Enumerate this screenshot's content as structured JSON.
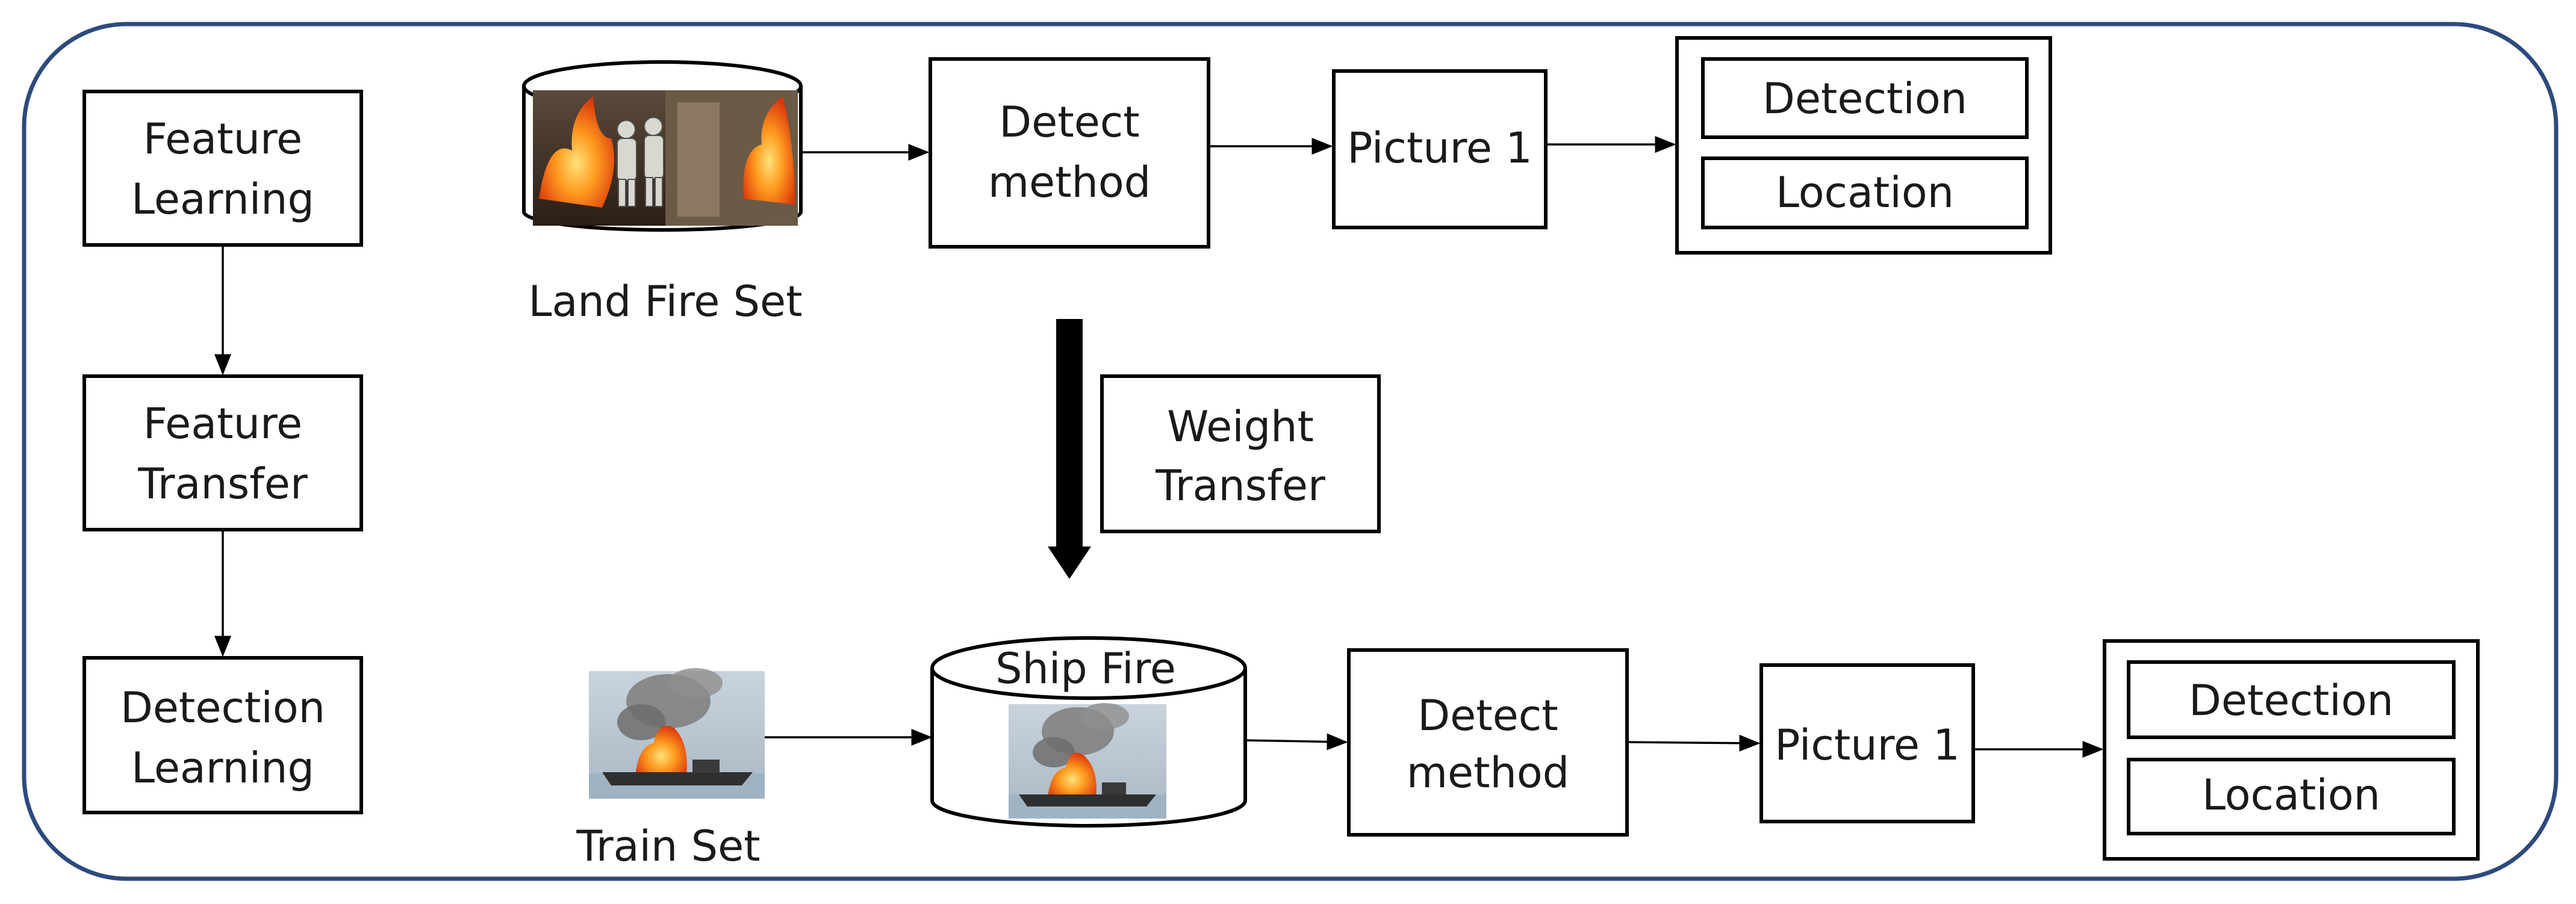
{
  "left_column": {
    "feature_learning": [
      "Feature",
      "Learning"
    ],
    "feature_transfer": [
      "Feature",
      "Transfer"
    ],
    "detection_learning": [
      "Detection",
      "Learning"
    ]
  },
  "top_row": {
    "dataset_label": "Land Fire Set",
    "detect_method": [
      "Detect",
      "method"
    ],
    "picture": "Picture 1",
    "outputs": {
      "detection": "Detection",
      "location": "Location"
    }
  },
  "weight_transfer": [
    "Weight",
    "Transfer"
  ],
  "bottom_row": {
    "train_set_label": "Train Set",
    "dataset_label": "Ship Fire",
    "detect_method": [
      "Detect",
      "method"
    ],
    "picture": "Picture 1",
    "outputs": {
      "detection": "Detection",
      "location": "Location"
    }
  },
  "colors": {
    "frame_border": "#2e4a7d",
    "stroke": "#000000",
    "fire": "#e8560f",
    "smoke": "#7d7d7d",
    "water": "#9fb3c2"
  }
}
